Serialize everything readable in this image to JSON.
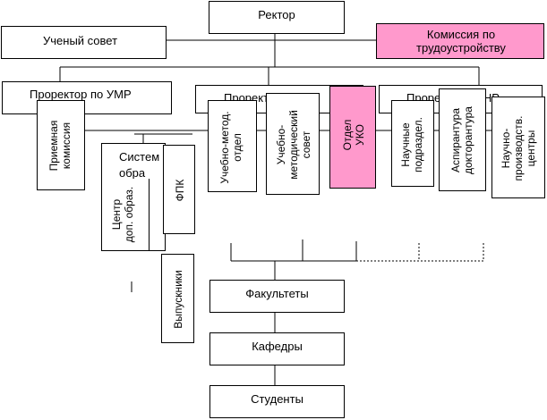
{
  "org_chart": {
    "rector": "Ректор",
    "academic_council": "Ученый совет",
    "employment_commission": "Комиссия по трудоустройству",
    "vice_rector_umr": "Проректор по УМР",
    "vice_rector_middle": "Проректор по УР",
    "vice_rector_nr": "Проректор по НР",
    "admission_commission": "Приемная\nкомиссия",
    "system_box": "Систем\nобра",
    "center_additional": "Центр\nдоп. образ.",
    "fpk": "ФПК",
    "graduates": "Выпускники",
    "edu_method_dept": "Учебно-метод.\nотдел",
    "edu_method_council": "Учебно-\nметодический\nсовет",
    "uko_dept": "Отдел\nУКО",
    "scientific_divisions": "Научные\nподраздел.",
    "postgrad": "Аспирантура\nдокторантура",
    "research_production": "Научно-\nпроизводств.\nцентры",
    "faculties": "Факультеты",
    "departments": "Кафедры",
    "students": "Студенты"
  },
  "colors": {
    "highlight": "#ff99cc",
    "line": "#000000",
    "background": "#ffffff"
  }
}
